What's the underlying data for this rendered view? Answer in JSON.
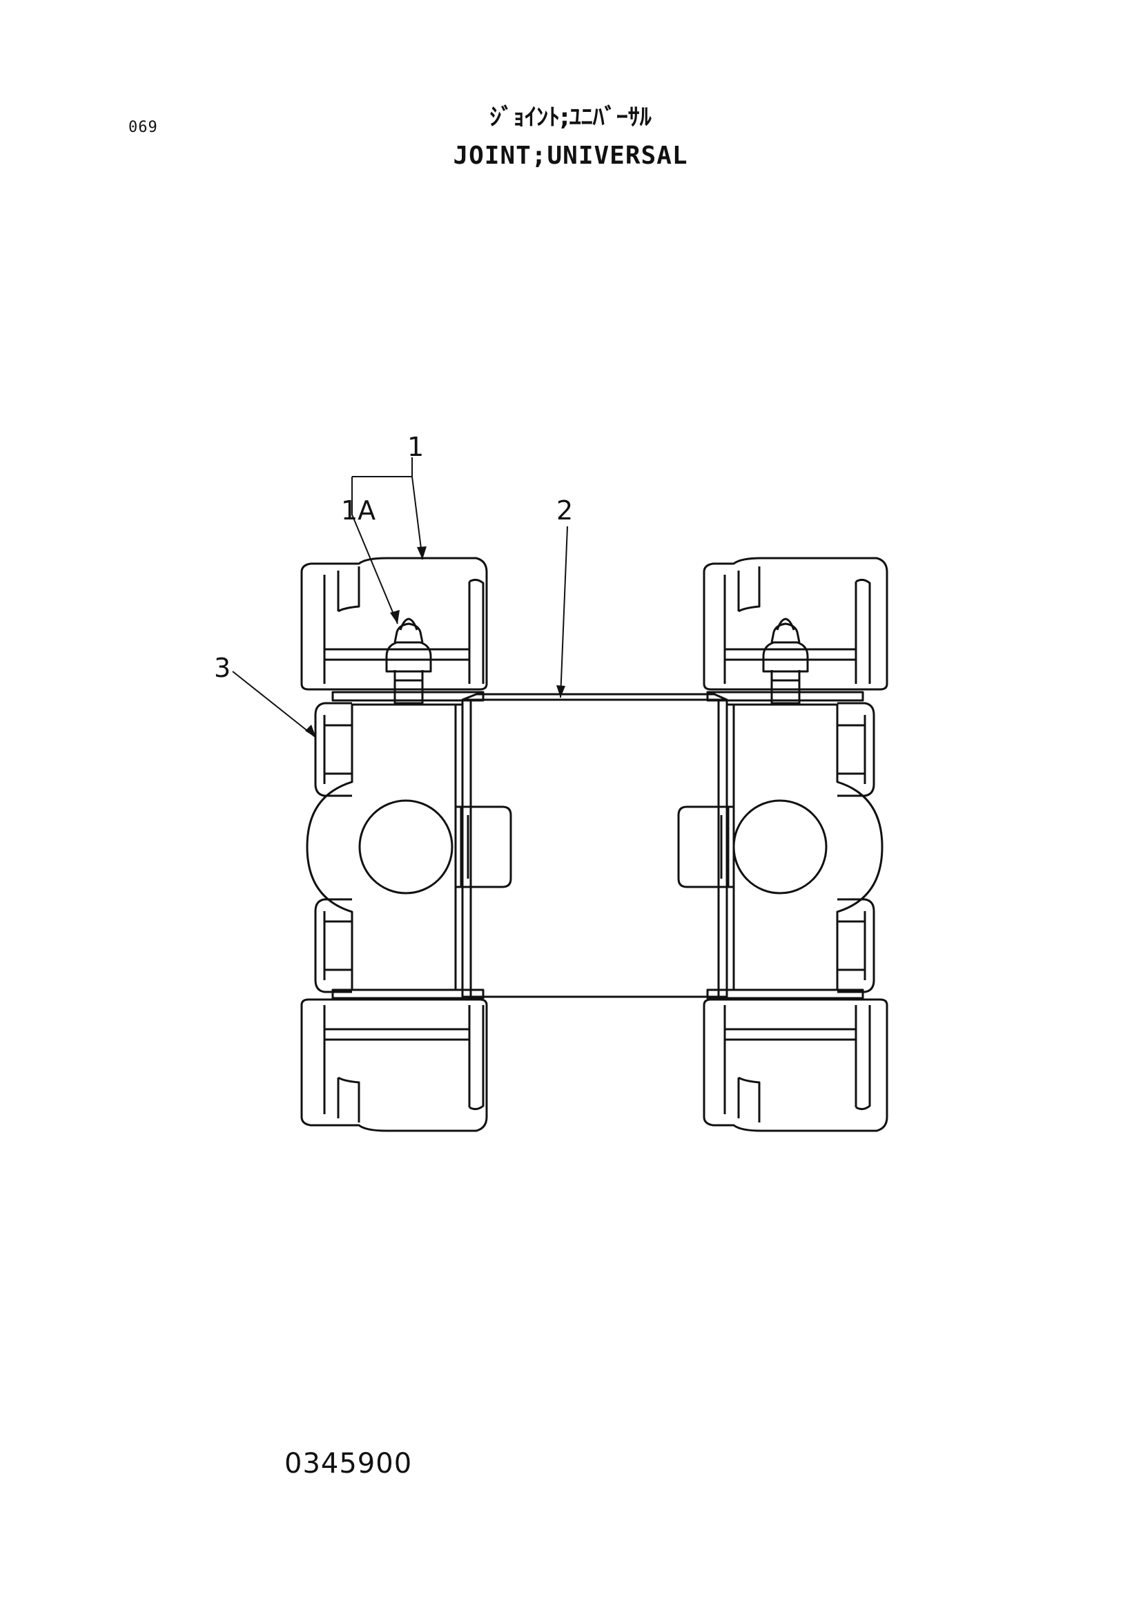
{
  "page_number": "069",
  "title_japanese": "ｼﾞｮｲﾝﾄ;ﾕﾆﾊﾞｰｻﾙ",
  "title_english": "JOINT;UNIVERSAL",
  "callouts": {
    "c1": "1",
    "c1a": "1A",
    "c2": "2",
    "c3": "3"
  },
  "part_number": "0345900"
}
